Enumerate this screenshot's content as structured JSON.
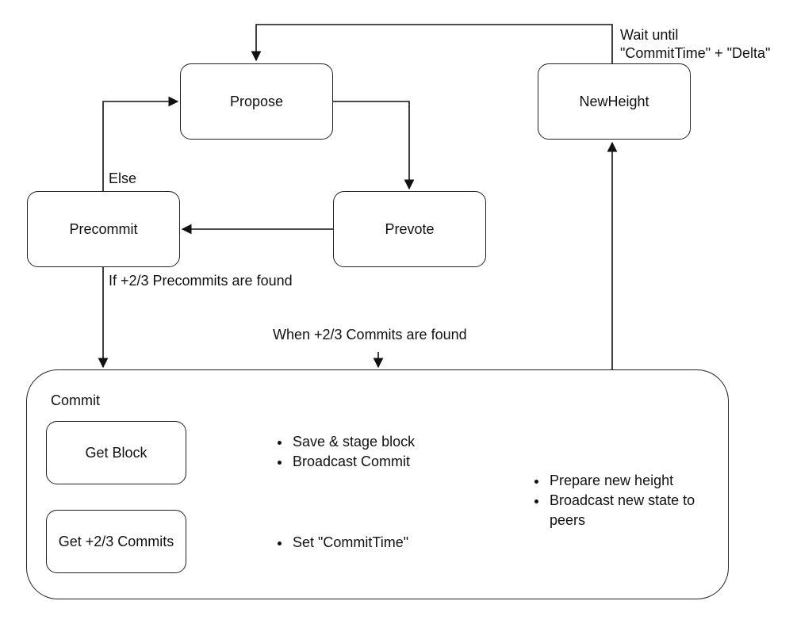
{
  "states": {
    "propose": "Propose",
    "prevote": "Prevote",
    "precommit": "Precommit",
    "new_height": "NewHeight"
  },
  "commit": {
    "title": "Commit",
    "get_block": "Get Block",
    "get_commits": "Get +2/3 Commits",
    "block_actions": [
      "Save & stage block",
      "Broadcast Commit"
    ],
    "commit_actions": [
      "Set \"CommitTime\""
    ],
    "final_actions": [
      "Prepare new height",
      "Broadcast new state to peers"
    ]
  },
  "edges": {
    "else": "Else",
    "precommits_found": "If +2/3 Precommits are found",
    "commits_found": "When +2/3 Commits are found",
    "wait_line1": "Wait until",
    "wait_line2": "\"CommitTime\" + \"Delta\""
  }
}
